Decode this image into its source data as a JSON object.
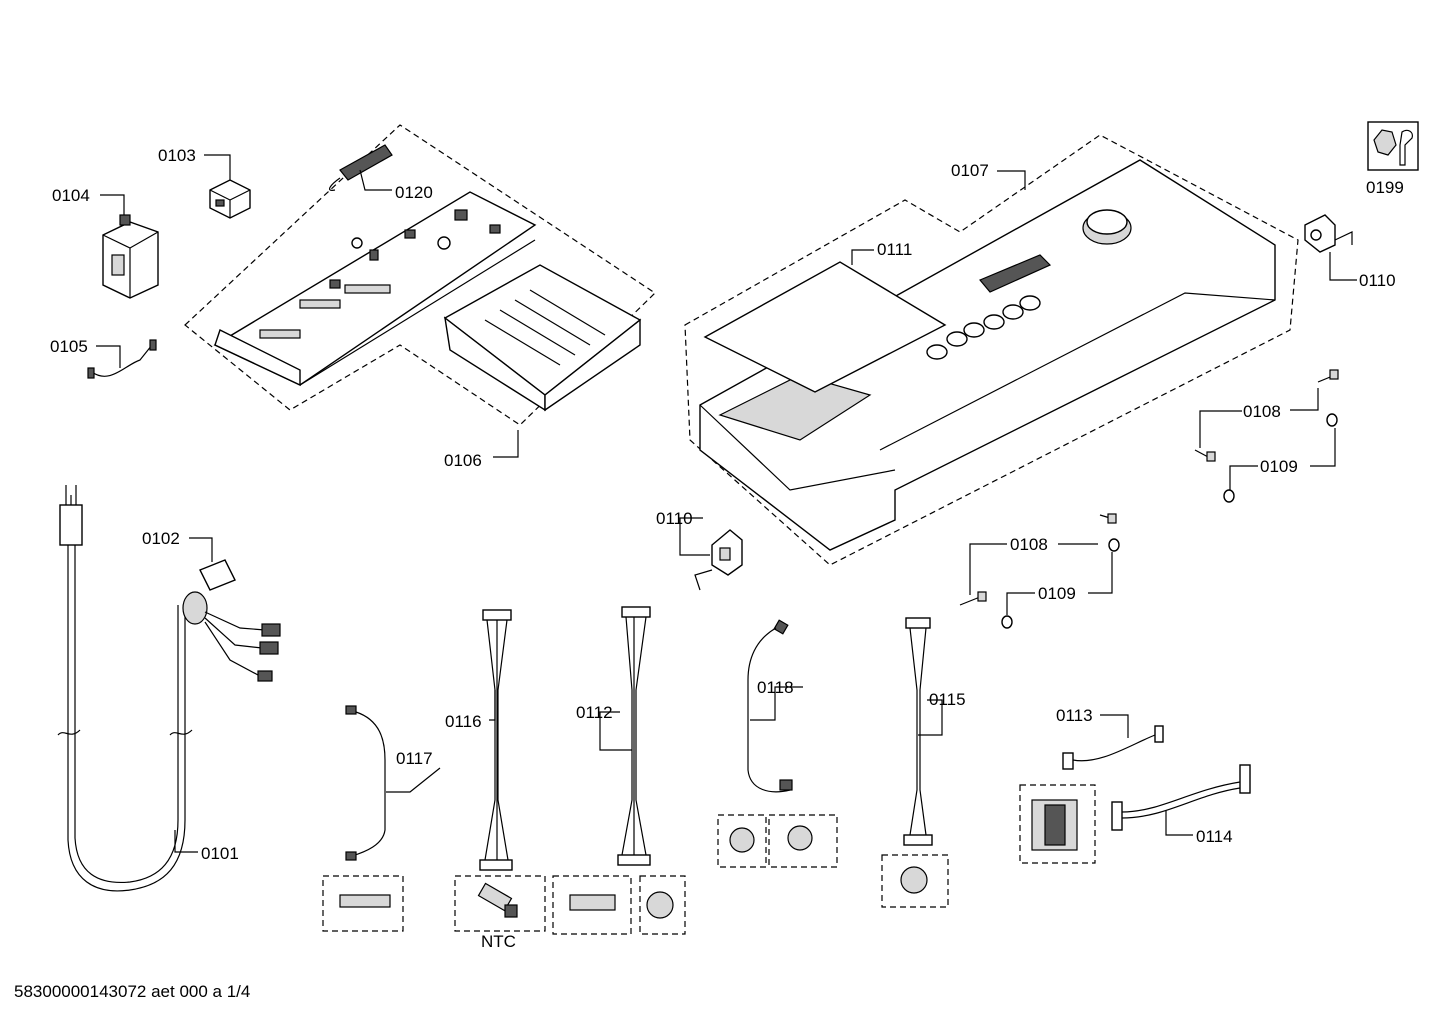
{
  "diagram": {
    "footer": "58300000143072 aet 000 a 1/4",
    "ntc_label": "NTC",
    "parts": {
      "p0101": "0101",
      "p0102": "0102",
      "p0103": "0103",
      "p0104": "0104",
      "p0105": "0105",
      "p0106": "0106",
      "p0107": "0107",
      "p0108a": "0108",
      "p0108b": "0108",
      "p0109a": "0109",
      "p0109b": "0109",
      "p0110a": "0110",
      "p0110b": "0110",
      "p0111": "0111",
      "p0112": "0112",
      "p0113": "0113",
      "p0114": "0114",
      "p0115": "0115",
      "p0116": "0116",
      "p0117": "0117",
      "p0118": "0118",
      "p0120": "0120",
      "p0199": "0199"
    },
    "icons": [
      "wrench-icon",
      "nut-icon"
    ]
  }
}
